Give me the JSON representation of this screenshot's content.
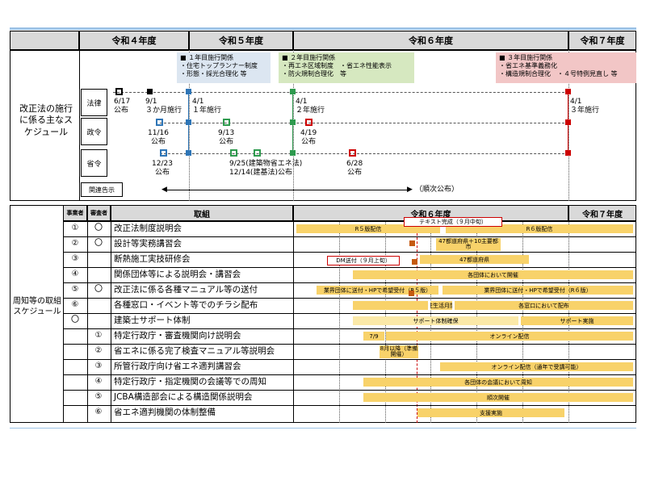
{
  "years": {
    "r4": "令和４年度",
    "r5": "令和５年度",
    "r6": "令和６年度",
    "r7": "令和７年度"
  },
  "top": {
    "section_title": "改正法の施行に係る主なスケジュール",
    "notes": [
      {
        "title": "■ １年目施行関係",
        "line1": "・住宅トップランナー制度",
        "line2": "・形態・採光合理化 等"
      },
      {
        "title": "■ ２年目施行関係",
        "line1": "・再エネ区域制度　・省エネ性能表示",
        "line2": "・防火規制合理化　等"
      },
      {
        "title": "■ ３年目施行関係",
        "line1": "・省エネ基準義務化",
        "line2": "・構造規制合理化　・４号特例見直し 等"
      }
    ],
    "rows": {
      "law": "法律",
      "cabinet": "政令",
      "ministry": "省令",
      "notice": "関連告示"
    },
    "law": [
      {
        "date": "6/17",
        "text": "公布"
      },
      {
        "date": "9/1",
        "text": "３か月施行"
      },
      {
        "date": "4/1",
        "text": "１年施行"
      },
      {
        "date": "4/1",
        "text": "２年施行"
      },
      {
        "date": "4/1",
        "text": "３年施行"
      }
    ],
    "cabinet": [
      {
        "date": "11/16",
        "text": "公布"
      },
      {
        "date": "9/13",
        "text": "公布"
      },
      {
        "date": "4/19",
        "text": "公布"
      }
    ],
    "ministry": [
      {
        "date": "12/23",
        "text": "公布"
      },
      {
        "date": "9/25(建築物省エネ法)",
        "text": "12/14(建基法)公布"
      },
      {
        "date": "6/28",
        "text": "公布"
      }
    ],
    "notice_text": "（順次公布）"
  },
  "bottom": {
    "section_title": "周知等の取組スケジュール",
    "cols": {
      "operator": "事業者",
      "reviewer": "審査者",
      "initiatives": "取組"
    },
    "rows": [
      {
        "num": "①",
        "op": "〇",
        "text": "改正法制度説明会"
      },
      {
        "num": "②",
        "op": "〇",
        "text": "設計等実務講習会"
      },
      {
        "num": "③",
        "op": "",
        "text": "断熱施工実技研修会"
      },
      {
        "num": "④",
        "op": "",
        "text": "関係団体等による説明会・講習会"
      },
      {
        "num": "⑤",
        "op": "〇",
        "text": "改正法に係る各種マニュアル等の送付"
      },
      {
        "num": "⑥",
        "op": "",
        "text": "各種窓口・イベント等でのチラシ配布"
      },
      {
        "num": "〇",
        "op": "",
        "text": "建築士サポート体制"
      },
      {
        "num": "",
        "op": "①",
        "text": "特定行政庁・審査機関向け説明会"
      },
      {
        "num": "",
        "op": "②",
        "text": "省エネに係る完了検査マニュアル等説明会"
      },
      {
        "num": "",
        "op": "③",
        "text": "所管行政庁向け省エネ適判講習会"
      },
      {
        "num": "",
        "op": "④",
        "text": "特定行政庁・指定機関の会議等での周知"
      },
      {
        "num": "",
        "op": "⑤",
        "text": "JCBA構造部会による構造関係説明会"
      },
      {
        "num": "",
        "op": "⑥",
        "text": "省エネ適判機関の体制整備"
      }
    ],
    "bars": [
      {
        "row": 0,
        "a": 367,
        "b": 545,
        "label": "R５版配信"
      },
      {
        "row": 0,
        "a": 552,
        "b": 784,
        "label": "R６版配信"
      },
      {
        "row": 1,
        "a": 540,
        "b": 620,
        "label": "47都道府県＋10主要都市",
        "tall": true
      },
      {
        "row": 2,
        "a": 520,
        "b": 655,
        "label": "47都道府県"
      },
      {
        "row": 3,
        "a": 437,
        "b": 784,
        "label": "各団体において開催"
      },
      {
        "row": 4,
        "a": 392,
        "b": 543,
        "label": "業界団体に送付・HPで希望受付（R５版）"
      },
      {
        "row": 4,
        "a": 548,
        "b": 784,
        "label": "業界団体に送付・HPで希望受付（R６版）"
      },
      {
        "row": 5,
        "a": 437,
        "b": 530,
        "label": ""
      },
      {
        "row": 5,
        "a": 533,
        "b": 560,
        "label": "住生活月間"
      },
      {
        "row": 5,
        "a": 563,
        "b": 784,
        "label": "各窓口において配布"
      },
      {
        "row": 6,
        "a": 437,
        "b": 642,
        "label": "サポート体制確保",
        "light": true
      },
      {
        "row": 6,
        "a": 645,
        "b": 784,
        "label": "サポート実施"
      },
      {
        "row": 7,
        "a": 450,
        "b": 476,
        "label": "7/9"
      },
      {
        "row": 7,
        "a": 478,
        "b": 784,
        "label": "オンライン配信"
      },
      {
        "row": 8,
        "a": 470,
        "b": 518,
        "label": "8月以降（準備開催）",
        "tall": true
      },
      {
        "row": 9,
        "a": 545,
        "b": 784,
        "label": "オンライン配信（通年で受講可能）"
      },
      {
        "row": 10,
        "a": 450,
        "b": 784,
        "label": "各団体の会議において周知"
      },
      {
        "row": 11,
        "a": 450,
        "b": 784,
        "label": "順次開催"
      },
      {
        "row": 12,
        "a": 517,
        "b": 699,
        "label": "支援実施"
      }
    ],
    "callouts": {
      "text_complete": "テキスト完成（９月中旬）",
      "dm_sent": "DM送付（９月上旬）"
    }
  },
  "colors": {
    "bar": "#f8d26a",
    "bar_light": "#fbe9a8",
    "header": "#d9d9d9",
    "note_blue": "#dce6f1",
    "note_green": "#d6e8c0",
    "note_red": "#f2c6c6",
    "accent": "#c00000"
  }
}
